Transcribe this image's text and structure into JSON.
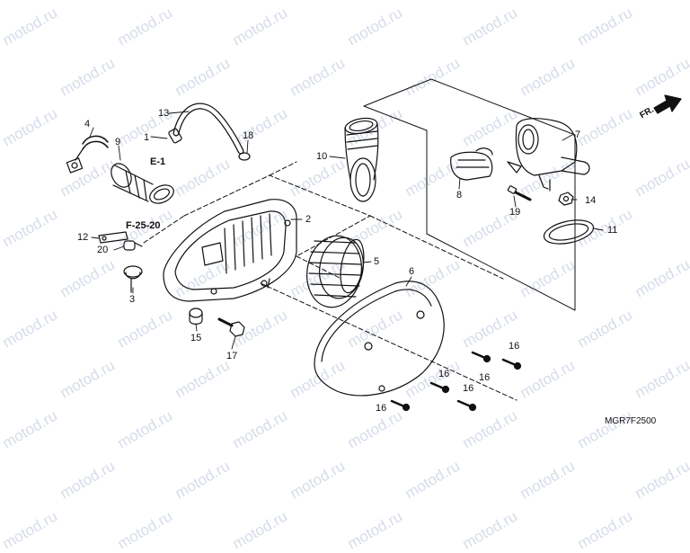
{
  "watermark": "motod.ru",
  "diagram_code": "MGR7F2500",
  "direction_label": "FR.",
  "references": [
    {
      "id": "ref-e1",
      "text": "E-1"
    },
    {
      "id": "ref-f2520",
      "text": "F-25-20"
    }
  ],
  "parts": [
    {
      "key": "p4",
      "label": "4"
    },
    {
      "key": "p9",
      "label": "9"
    },
    {
      "key": "p13",
      "label": "13"
    },
    {
      "key": "p1",
      "label": "1"
    },
    {
      "key": "p18",
      "label": "18"
    },
    {
      "key": "p10",
      "label": "10"
    },
    {
      "key": "p7",
      "label": "7"
    },
    {
      "key": "p8",
      "label": "8"
    },
    {
      "key": "p14",
      "label": "14"
    },
    {
      "key": "p19",
      "label": "19"
    },
    {
      "key": "p11",
      "label": "11"
    },
    {
      "key": "p2",
      "label": "2"
    },
    {
      "key": "p12",
      "label": "12"
    },
    {
      "key": "p20",
      "label": "20"
    },
    {
      "key": "p5",
      "label": "5"
    },
    {
      "key": "p6",
      "label": "6"
    },
    {
      "key": "p3",
      "label": "3"
    },
    {
      "key": "p15",
      "label": "15"
    },
    {
      "key": "p17",
      "label": "17"
    },
    {
      "key": "p16a",
      "label": "16"
    },
    {
      "key": "p16b",
      "label": "16"
    },
    {
      "key": "p16c",
      "label": "16"
    },
    {
      "key": "p16d",
      "label": "16"
    },
    {
      "key": "p16e",
      "label": "16"
    }
  ]
}
